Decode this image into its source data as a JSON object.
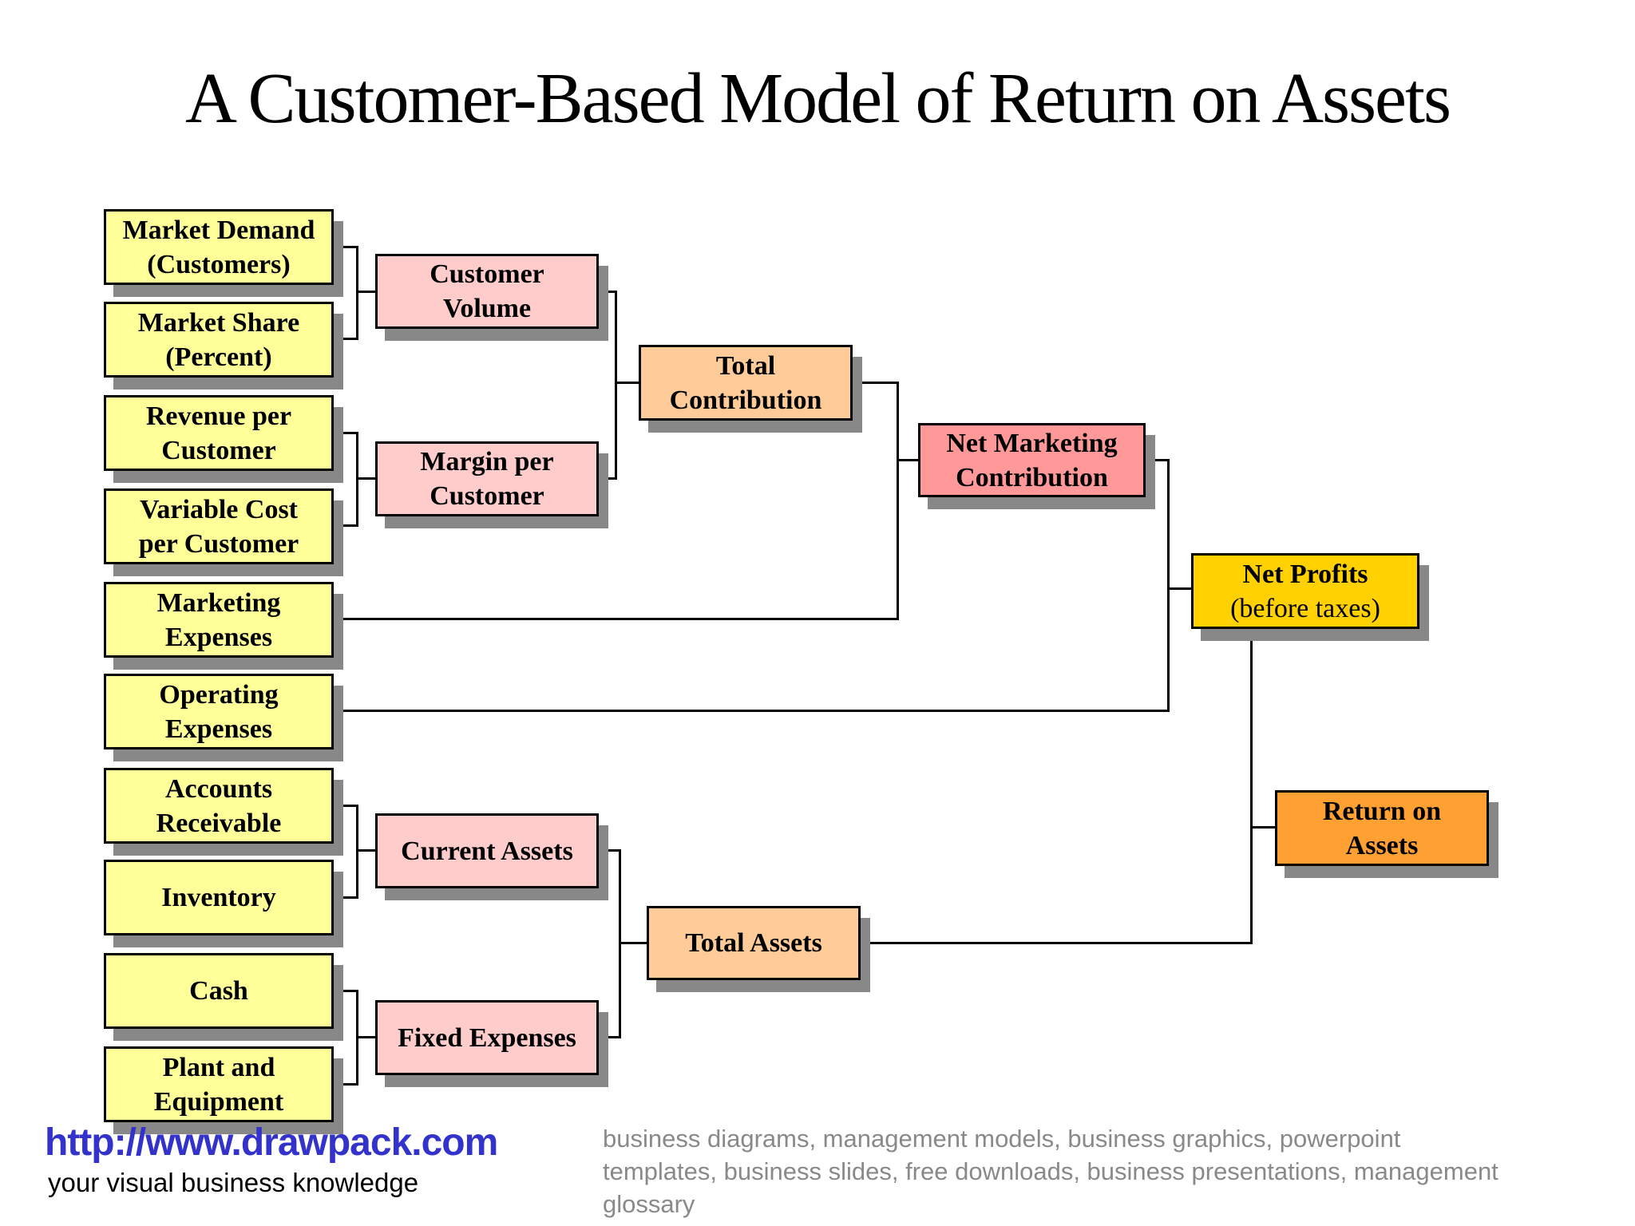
{
  "title": "A Customer-Based Model of Return on Assets",
  "colors": {
    "box_yellow": "#FFFF99",
    "box_pink": "#FFCCCC",
    "box_peach": "#FFCC99",
    "box_salmon": "#FF9898",
    "box_gold": "#FFD100",
    "box_orange": "#FFA033",
    "shadow_gray": "#888888",
    "url_blue": "#3333CC",
    "keywords_gray": "#898989"
  },
  "boxes": {
    "market_demand": {
      "line1": "Market Demand",
      "line2": "(Customers)"
    },
    "market_share": {
      "line1": "Market Share",
      "line2": "(Percent)"
    },
    "revenue_per_customer": {
      "line1": "Revenue per",
      "line2": "Customer"
    },
    "variable_cost_per_customer": {
      "line1": "Variable Cost",
      "line2": "per Customer"
    },
    "marketing_expenses": {
      "line1": "Marketing",
      "line2": "Expenses"
    },
    "operating_expenses": {
      "line1": "Operating",
      "line2": "Expenses"
    },
    "accounts_receivable": {
      "line1": "Accounts",
      "line2": "Receivable"
    },
    "inventory": {
      "line1": "Inventory"
    },
    "cash": {
      "line1": "Cash"
    },
    "plant_and_equipment": {
      "line1": "Plant and",
      "line2": "Equipment"
    },
    "customer_volume": {
      "line1": "Customer",
      "line2": "Volume"
    },
    "margin_per_customer": {
      "line1": "Margin per",
      "line2": "Customer"
    },
    "current_assets": {
      "line1": "Current Assets"
    },
    "fixed_expenses": {
      "line1": "Fixed Expenses"
    },
    "total_contribution": {
      "line1": "Total",
      "line2": "Contribution"
    },
    "total_assets": {
      "line1": "Total Assets"
    },
    "net_marketing_contribution": {
      "line1": "Net Marketing",
      "line2": "Contribution"
    },
    "net_profits": {
      "line1": "Net Profits",
      "line2": "(before taxes)"
    },
    "return_on_assets": {
      "line1": "Return on",
      "line2": "Assets"
    }
  },
  "footer": {
    "url": "http://www.drawpack.com",
    "tagline": "your visual business knowledge",
    "keywords": [
      "business diagrams, management models, business graphics, powerpoint",
      "templates, business slides, free downloads, business presentations, management",
      "glossary"
    ]
  }
}
